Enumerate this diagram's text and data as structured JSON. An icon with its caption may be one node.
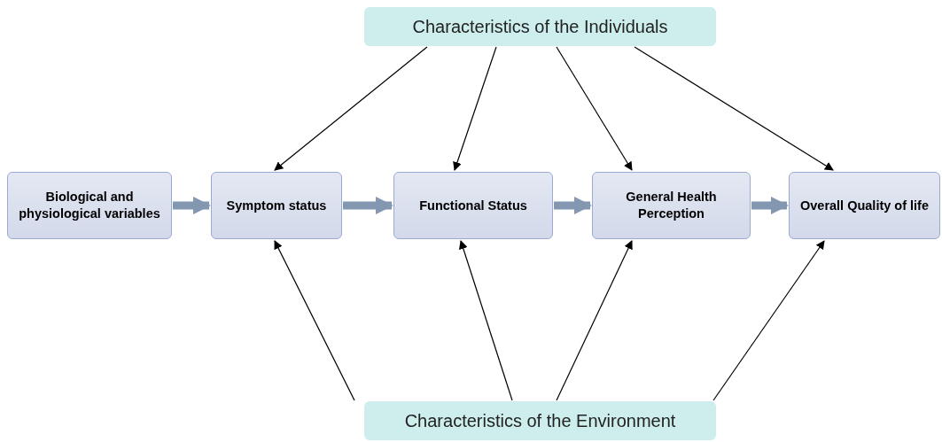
{
  "diagram": {
    "nodes": [
      {
        "text": [
          "Characteristics of the Individuals"
        ]
      },
      {
        "text": [
          "Biological and physiological variables"
        ]
      },
      {
        "text": [
          "Symptom status"
        ]
      },
      {
        "text": [
          "Functional Status"
        ]
      },
      {
        "text": [
          "General Health Perception"
        ]
      },
      {
        "text": [
          "Overall Quality of life"
        ]
      },
      {
        "text": [
          "Characteristics of the Environment"
        ]
      }
    ],
    "edges": [
      {
        "from": 1,
        "to": 2,
        "arrow": "to",
        "style": "thick",
        "color": "#8497b0"
      },
      {
        "from": 2,
        "to": 3,
        "arrow": "to",
        "style": "thick",
        "color": "#8497b0"
      },
      {
        "from": 3,
        "to": 4,
        "arrow": "to",
        "style": "thick",
        "color": "#8497b0"
      },
      {
        "from": 4,
        "to": 5,
        "arrow": "to",
        "style": "thick",
        "color": "#8497b0"
      },
      {
        "from": 0,
        "to": 2,
        "arrow": "to"
      },
      {
        "from": 0,
        "to": 3,
        "arrow": "to"
      },
      {
        "from": 0,
        "to": 4,
        "arrow": "to"
      },
      {
        "from": 0,
        "to": 5,
        "arrow": "to"
      },
      {
        "from": 6,
        "to": 2,
        "arrow": "to"
      },
      {
        "from": 6,
        "to": 3,
        "arrow": "to"
      },
      {
        "from": 6,
        "to": 4,
        "arrow": "to"
      },
      {
        "from": 6,
        "to": 5,
        "arrow": "to"
      }
    ]
  }
}
